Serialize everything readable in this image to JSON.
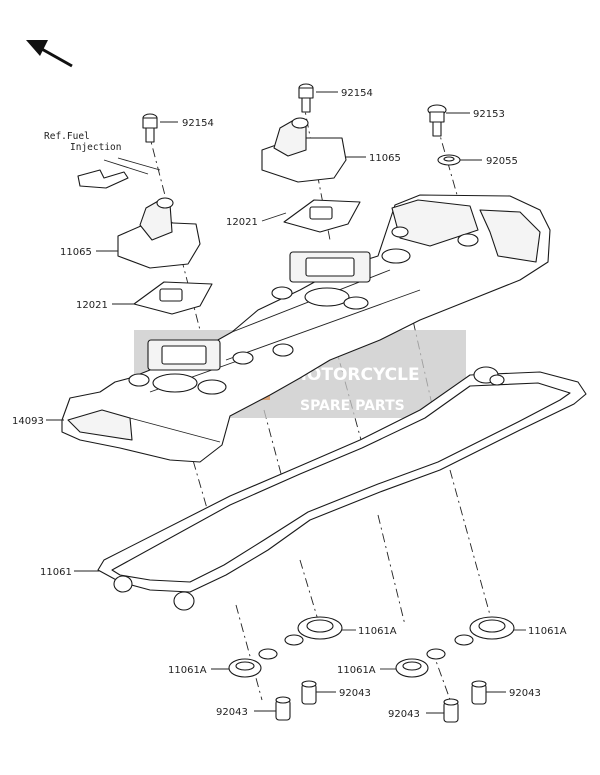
{
  "diagram": {
    "direction_arrow": "front-arrow-icon",
    "watermark": {
      "line1": "MOTORCYCLE",
      "line2": "SPARE PARTS",
      "box_color": "#c8c8c8",
      "accent_color": "#e07a2a"
    },
    "reference_note": {
      "line1": "Ref.Fuel",
      "line2": "Injection"
    },
    "labels": {
      "p92154_left": "92154",
      "p92154_center": "92154",
      "p92153": "92153",
      "p92055": "92055",
      "p11065_left": "11065",
      "p11065_right": "11065",
      "p12021_left": "12021",
      "p12021_right": "12021",
      "p14093": "14093",
      "p11061": "11061",
      "p11061A_left_top": "11061A",
      "p11061A_left_bottom": "11061A",
      "p11061A_mid": "11061A",
      "p11061A_right": "11061A",
      "p92043_left_bottom": "92043",
      "p92043_left_mid": "92043",
      "p92043_right_bottom": "92043",
      "p92043_right_mid": "92043"
    }
  }
}
